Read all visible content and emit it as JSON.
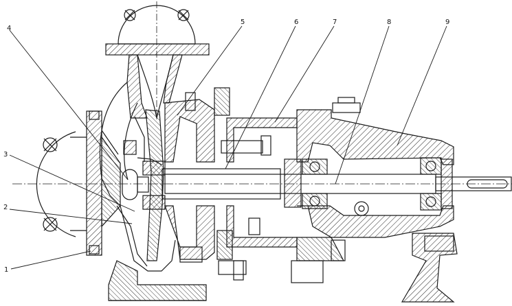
{
  "figure": {
    "callouts": [
      {
        "id": "c1",
        "label": "1"
      },
      {
        "id": "c2",
        "label": "2"
      },
      {
        "id": "c3",
        "label": "3"
      },
      {
        "id": "c4",
        "label": "4"
      },
      {
        "id": "c5",
        "label": "5"
      },
      {
        "id": "c6",
        "label": "6"
      },
      {
        "id": "c7",
        "label": "7"
      },
      {
        "id": "c8",
        "label": "8"
      },
      {
        "id": "c9",
        "label": "9"
      }
    ]
  }
}
